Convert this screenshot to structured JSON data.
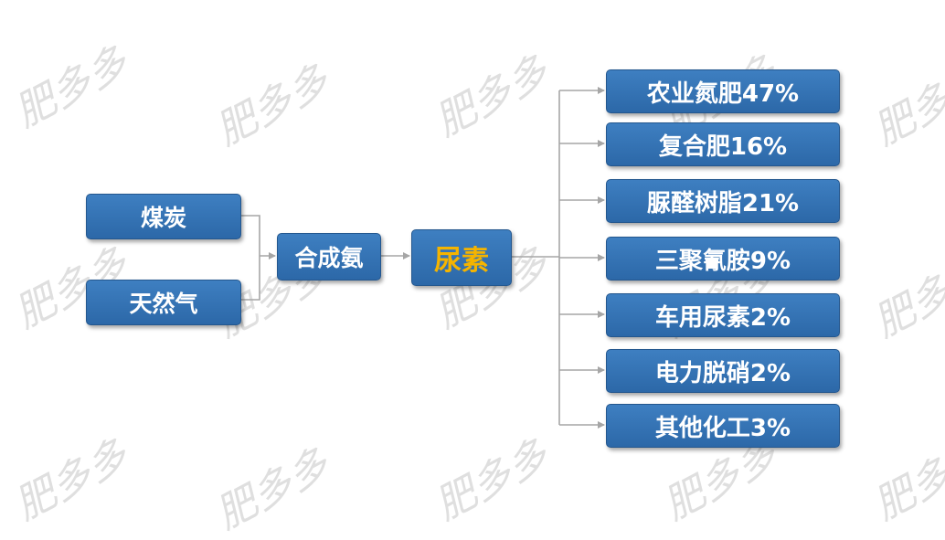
{
  "colors": {
    "box_fill": "#2f6fb2",
    "box_border": "#24578e",
    "text": "#ffffff",
    "highlight_text": "#f5b400",
    "connector": "#a6a6a6",
    "watermark": "#c8c8c8"
  },
  "watermark_text": "肥多多",
  "sources": [
    {
      "label": "煤炭"
    },
    {
      "label": "天然气"
    }
  ],
  "intermediate": {
    "label": "合成氨"
  },
  "product": {
    "label": "尿素"
  },
  "uses": [
    {
      "label": "农业氮肥47%"
    },
    {
      "label": "复合肥16%"
    },
    {
      "label": "脲醛树脂21%"
    },
    {
      "label": "三聚氰胺9%"
    },
    {
      "label": "车用尿素2%"
    },
    {
      "label": "电力脱硝2%"
    },
    {
      "label": "其他化工3%"
    }
  ]
}
